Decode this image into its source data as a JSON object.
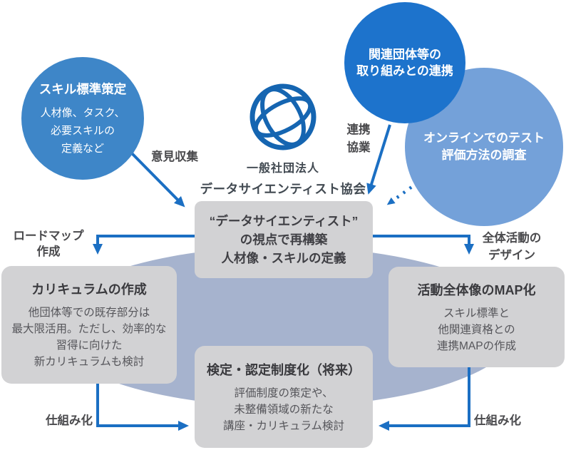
{
  "association": {
    "logo_icon": "globe-network-icon",
    "name_line1": "一般社団法人",
    "name_line2": "データサイエンティスト協会"
  },
  "circles": {
    "skill_standard": {
      "title": "スキル標準策定",
      "body_lines": [
        "人材像、タスク、",
        "必要スキルの",
        "定義など"
      ],
      "color": "#3e86c8"
    },
    "related_orgs": {
      "title_lines": [
        "関連団体等の",
        "取り組みとの連携"
      ],
      "color": "#1d73cc"
    },
    "online_test": {
      "title_lines": [
        "オンラインでのテスト",
        "評価方法の調査"
      ],
      "color": "#74a1d9"
    }
  },
  "center_box": {
    "lines": [
      "“データサイエンティスト”",
      "の視点で再構築",
      "人材像・スキルの定義"
    ]
  },
  "side_boxes": {
    "curriculum": {
      "title": "カリキュラムの作成",
      "body_lines": [
        "他団体等での既存部分は",
        "最大限活用。ただし、効率的な",
        "習得に向けた",
        "新カリキュラムも検討"
      ]
    },
    "activity_map": {
      "title": "活動全体像のMAP化",
      "body_lines": [
        "スキル標準と",
        "他関連資格との",
        "連携MAPの作成"
      ]
    },
    "certification": {
      "title": "検定・認定制度化（将来）",
      "body_lines": [
        "評価制度の策定や、",
        "未整備領域の新たな",
        "講座・カリキュラム検討"
      ]
    }
  },
  "arrow_labels": {
    "opinion": "意見収集",
    "collaboration_lines": [
      "連携",
      "協業"
    ],
    "roadmap_lines": [
      "ロードマップ",
      "作成"
    ],
    "overall_design_lines": [
      "全体活動の",
      "デザイン"
    ],
    "mechanism_left": "仕組み化",
    "mechanism_right": "仕組み化"
  },
  "colors": {
    "arrow": "#1b6fc3",
    "ellipse_background": "#a6b3ce",
    "box_background": "#d2d2d4",
    "circle_dark_blue": "#1d73cc",
    "circle_medium_blue": "#3e86c8",
    "circle_light_blue": "#74a1d9",
    "globe": "#1565b1",
    "heading_text": "#3a3a3e",
    "body_text": "#55555a",
    "label_text": "#4a4a4d"
  }
}
